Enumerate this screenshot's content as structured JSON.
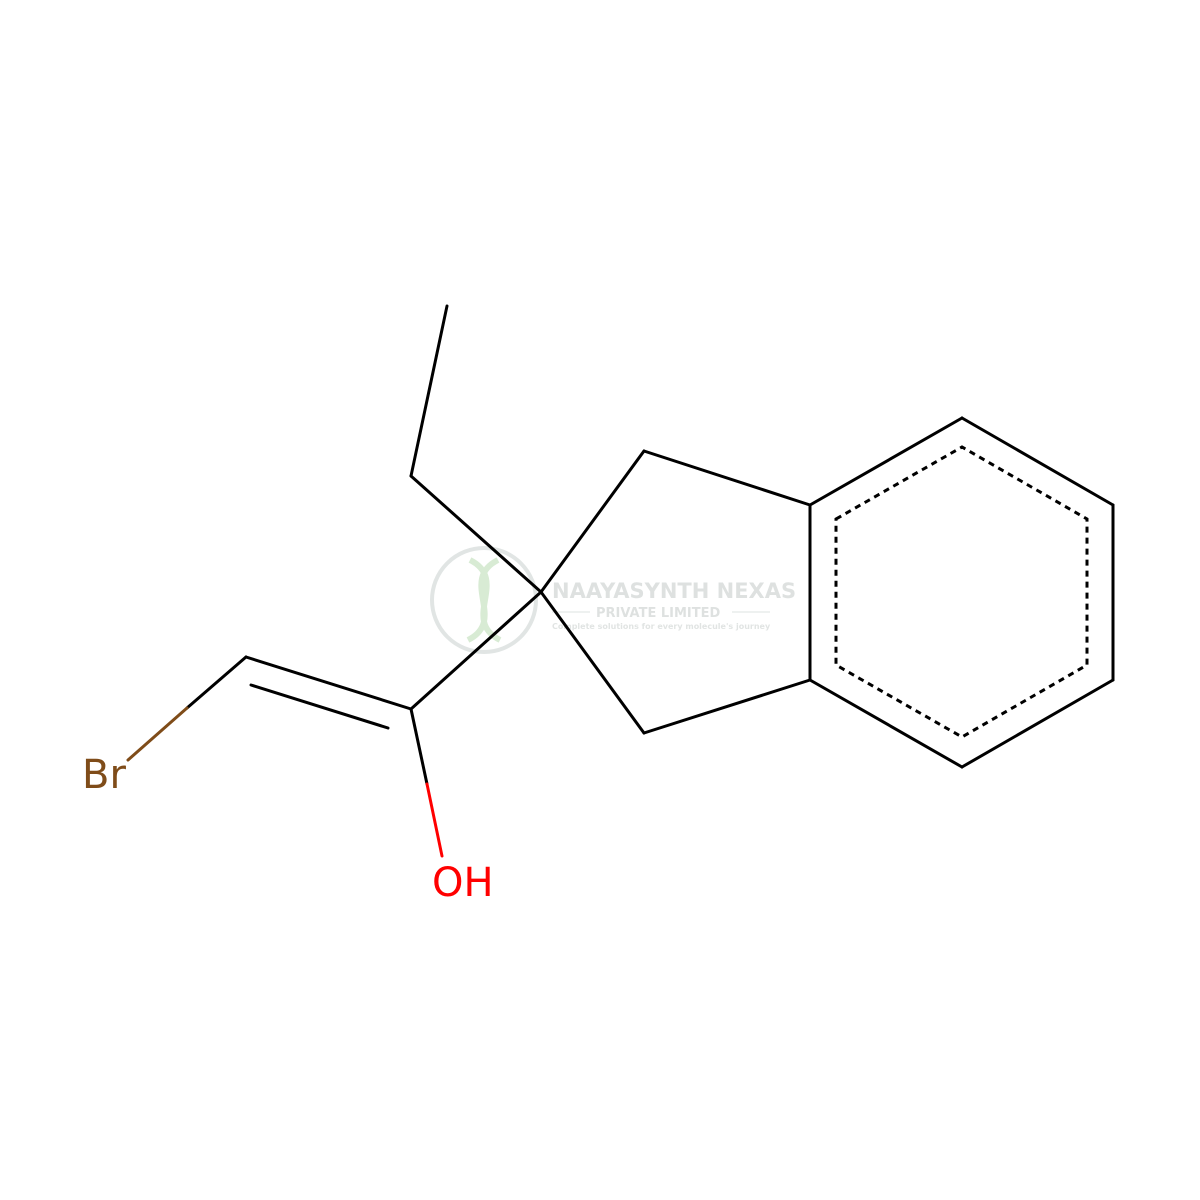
{
  "atoms": {
    "bromine": {
      "label": "Br",
      "color": "#7f4c19"
    },
    "hydroxyl": {
      "label": "OH",
      "color": "#ff0000"
    }
  },
  "bond_color": "#000000",
  "watermark": {
    "name": "NAAYASYNTH NEXAS",
    "subtitle": "PRIVATE LIMITED",
    "tagline": "Complete solutions for every molecule's journey",
    "color": "#c9d1cf"
  }
}
